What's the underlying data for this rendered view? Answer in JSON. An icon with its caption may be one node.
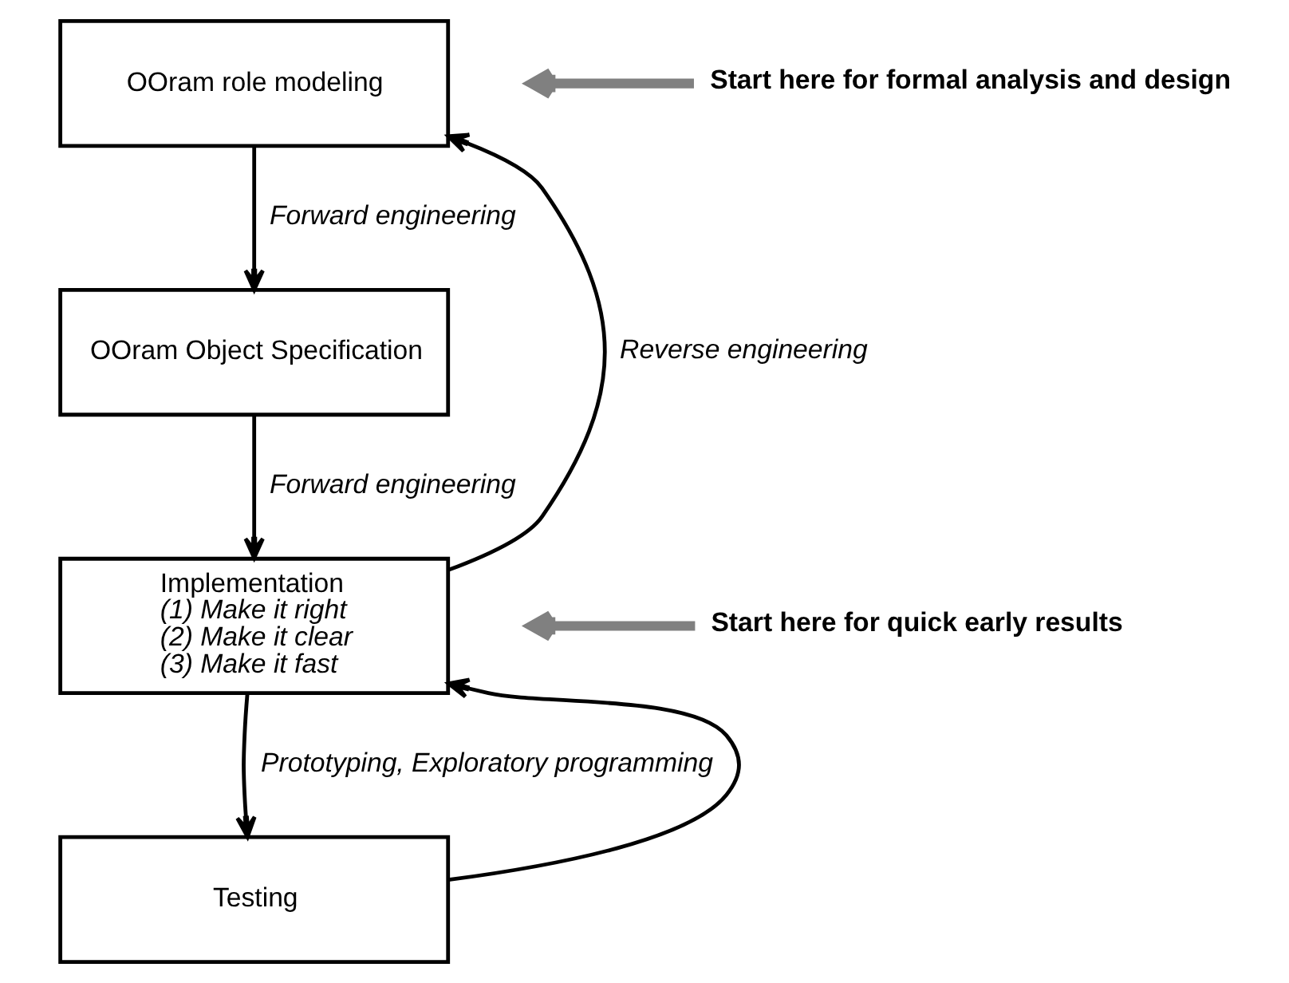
{
  "diagram": {
    "nodes": [
      {
        "text": [
          "OOram role modeling"
        ]
      },
      {
        "text": [
          "OOram Object Specification"
        ]
      },
      {
        "text": [
          "Implementation",
          "(1) Make it right",
          "(2) Make it clear",
          "(3) Make it fast"
        ]
      },
      {
        "text": [
          "Testing"
        ]
      },
      {
        "text": [
          "Start here for formal analysis and design"
        ]
      },
      {
        "text": [
          "Start here for quick early results"
        ]
      }
    ],
    "edges": [
      {
        "from": 0,
        "to": 1,
        "arrow": "to",
        "label": "Forward engineering"
      },
      {
        "from": 1,
        "to": 2,
        "arrow": "to",
        "label": "Forward engineering"
      },
      {
        "from": 2,
        "to": 3,
        "arrow": "to",
        "label": "Prototyping, Exploratory programming"
      },
      {
        "from": 2,
        "to": 0,
        "arrow": "to",
        "label": "Reverse engineering"
      },
      {
        "from": 3,
        "to": 2,
        "arrow": "to"
      },
      {
        "from": 4,
        "to": null,
        "arrow": "to",
        "style": "thick",
        "color": "#808080"
      },
      {
        "from": 5,
        "to": null,
        "arrow": "to",
        "style": "thick",
        "color": "#808080"
      }
    ]
  }
}
